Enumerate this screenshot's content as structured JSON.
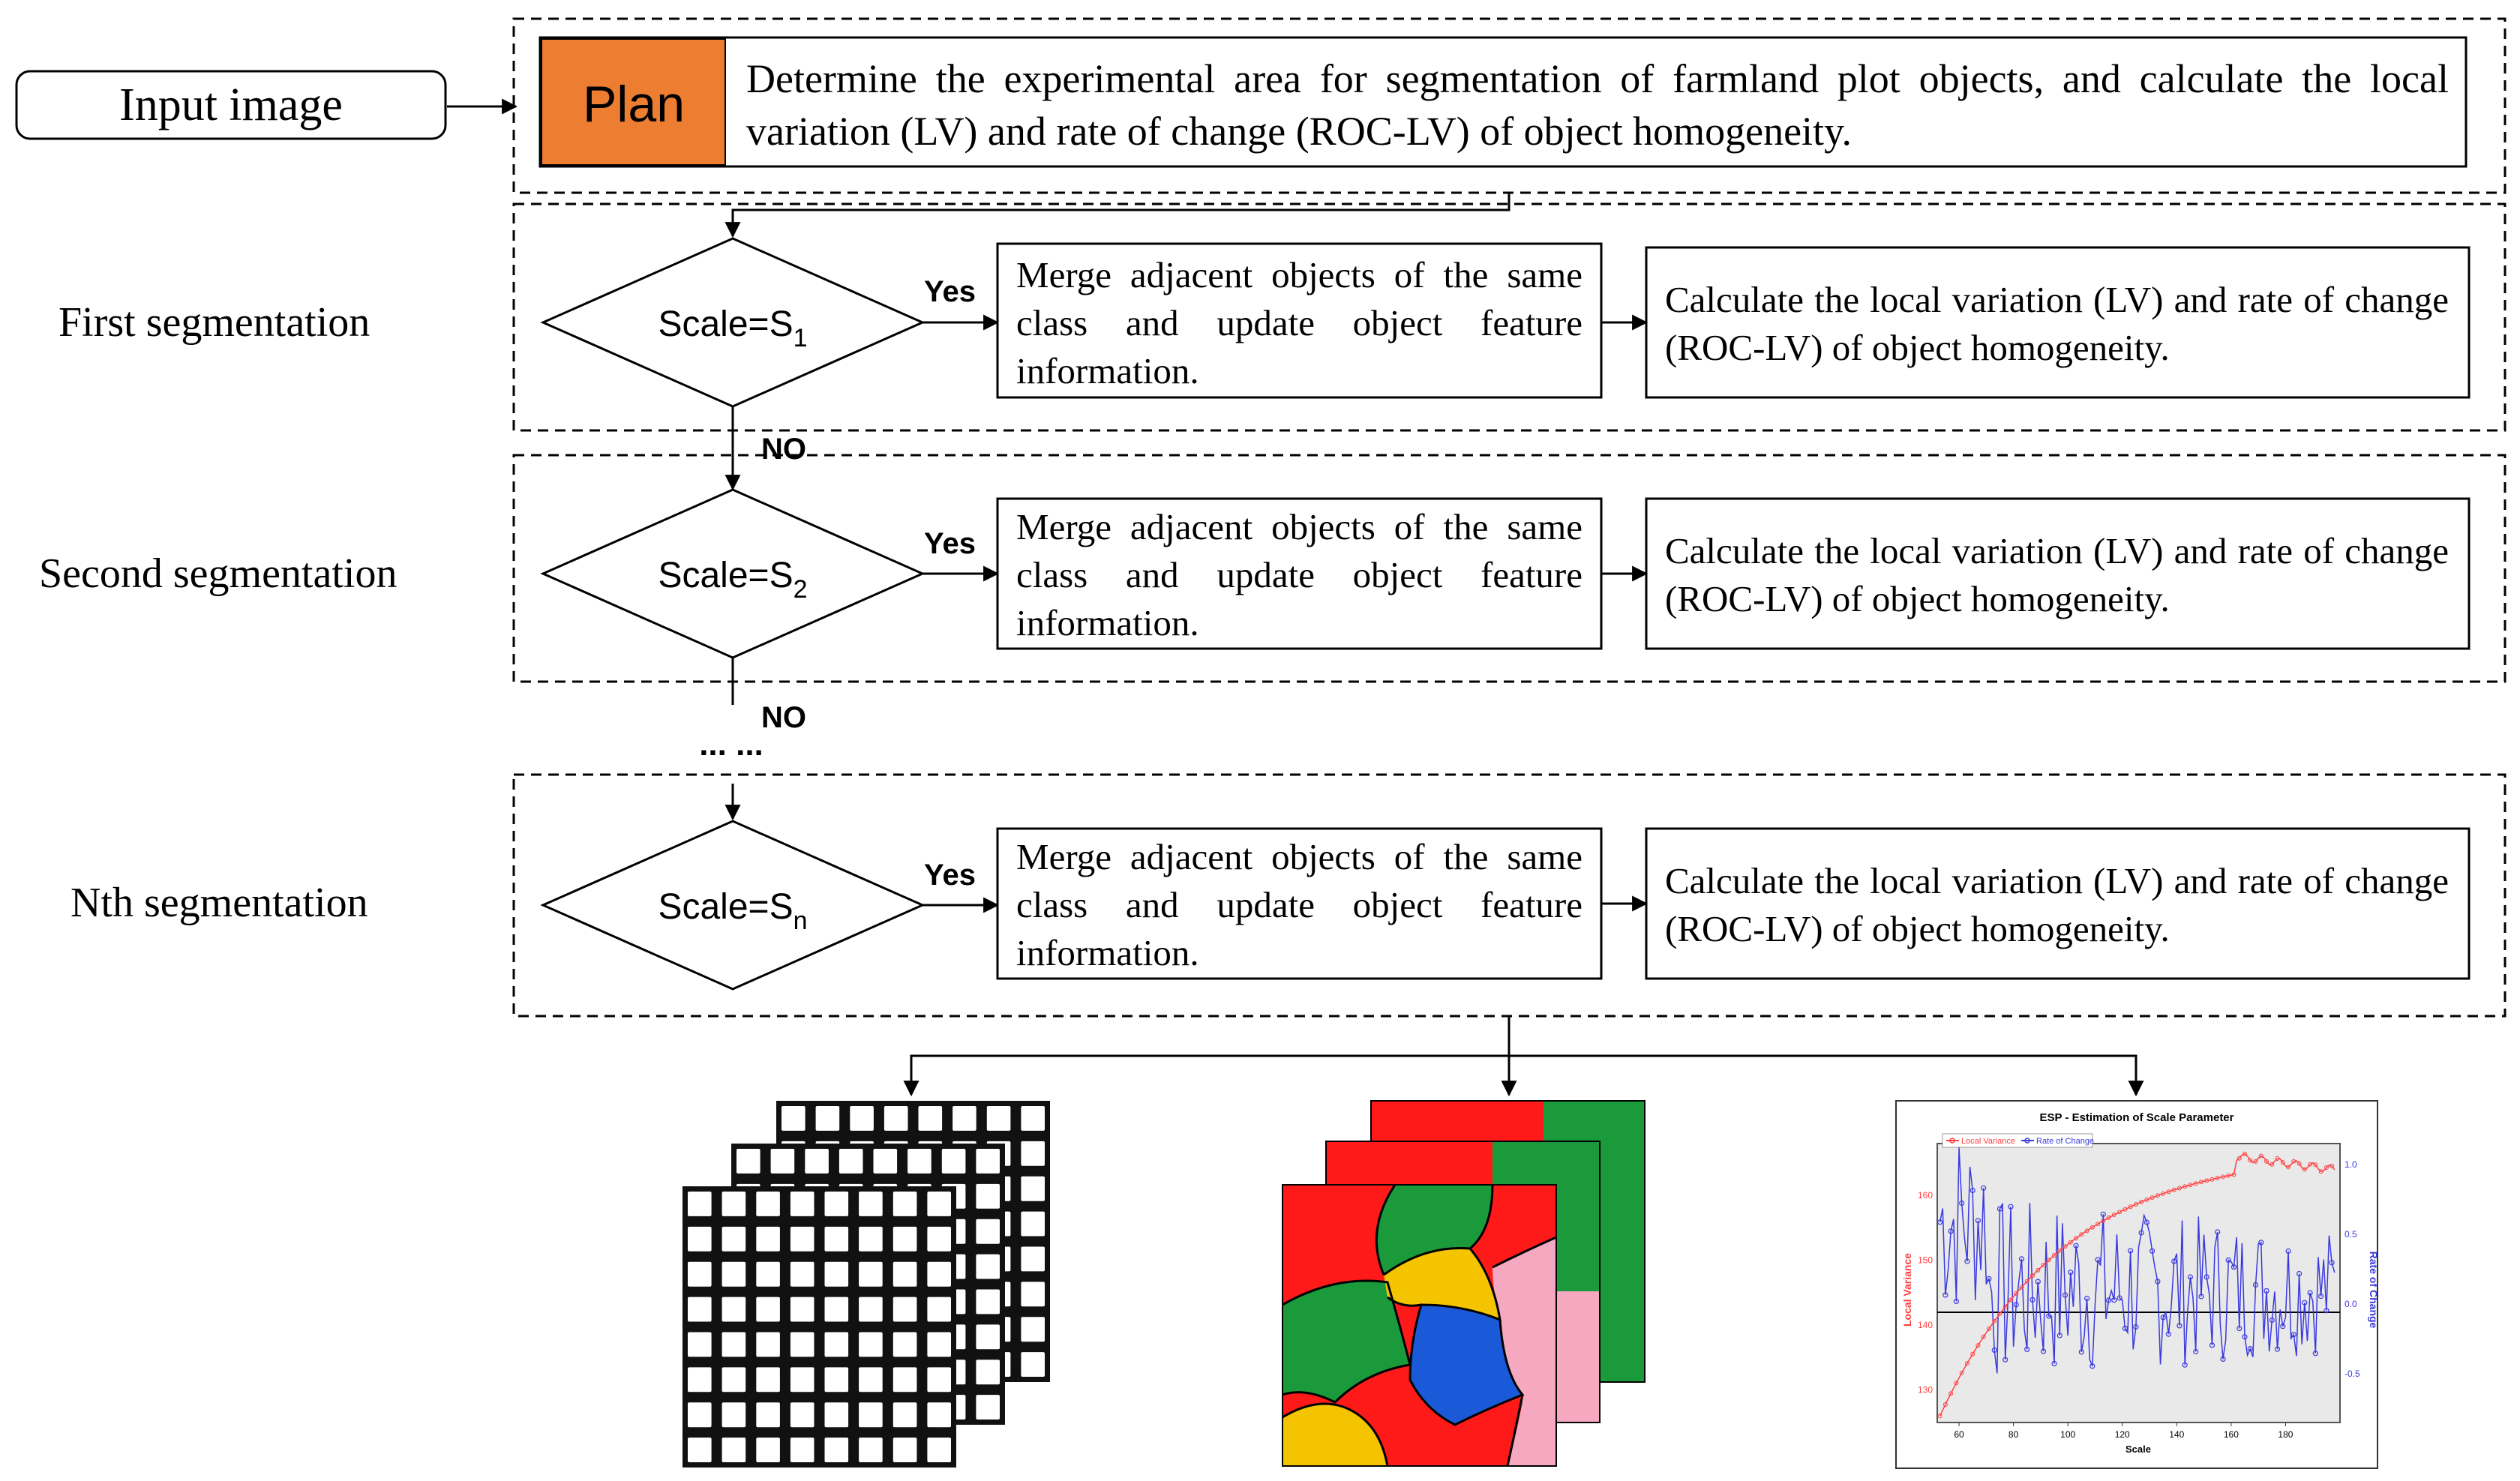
{
  "input_label": "Input image",
  "plan": {
    "label": "Plan",
    "text": "Determine the experimental area for segmentation of farmland plot objects, and calculate the local variation (LV) and rate of change (ROC-LV) of object homogeneity.",
    "label_color": "#ed7d31"
  },
  "stages": [
    {
      "label": "First segmentation",
      "scale_prefix": "Scale=S",
      "scale_sub": "1",
      "yes": "Yes",
      "merge_text": "Merge adjacent objects of the same class and update object feature information.",
      "calc_text": "Calculate the local variation (LV) and rate of change (ROC-LV) of object homogeneity."
    },
    {
      "label": "Second segmentation",
      "scale_prefix": "Scale=S",
      "scale_sub": "2",
      "yes": "Yes",
      "merge_text": "Merge adjacent objects of the same class and update object feature information.",
      "calc_text": "Calculate the local variation (LV) and rate of change (ROC-LV) of object homogeneity."
    },
    {
      "label": "Nth segmentation",
      "scale_prefix": "Scale=S",
      "scale_sub": "n",
      "yes": "Yes",
      "merge_text": "Merge adjacent objects of the same class and update object feature information.",
      "calc_text": "Calculate the local variation (LV) and rate of change (ROC-LV) of object homogeneity."
    }
  ],
  "no_labels": [
    "NO",
    "NO"
  ],
  "ellipsis": "... ...",
  "esp_chart": {
    "title": "ESP - Estimation of Scale Parameter",
    "legend": [
      "Local Variance",
      "Rate of Change"
    ],
    "ylabel_left": "Local Variance",
    "ylabel_right": "Rate of Change",
    "xlabel": "Scale",
    "x_ticks": [
      "60",
      "80",
      "100",
      "120",
      "140",
      "160",
      "180"
    ],
    "y_left_ticks": [
      "160",
      "150",
      "140",
      "130"
    ],
    "y_right_ticks": [
      "1.0",
      "0.5",
      "0.0",
      "-0.5"
    ],
    "colors": {
      "lv": "#ff4040",
      "roc": "#3a3ae0"
    }
  },
  "map_colors": {
    "red": "#ff1a1a",
    "green": "#1a9a3a",
    "yellow": "#f5c400",
    "blue": "#1a5ad8",
    "pink": "#f5a8c0"
  }
}
